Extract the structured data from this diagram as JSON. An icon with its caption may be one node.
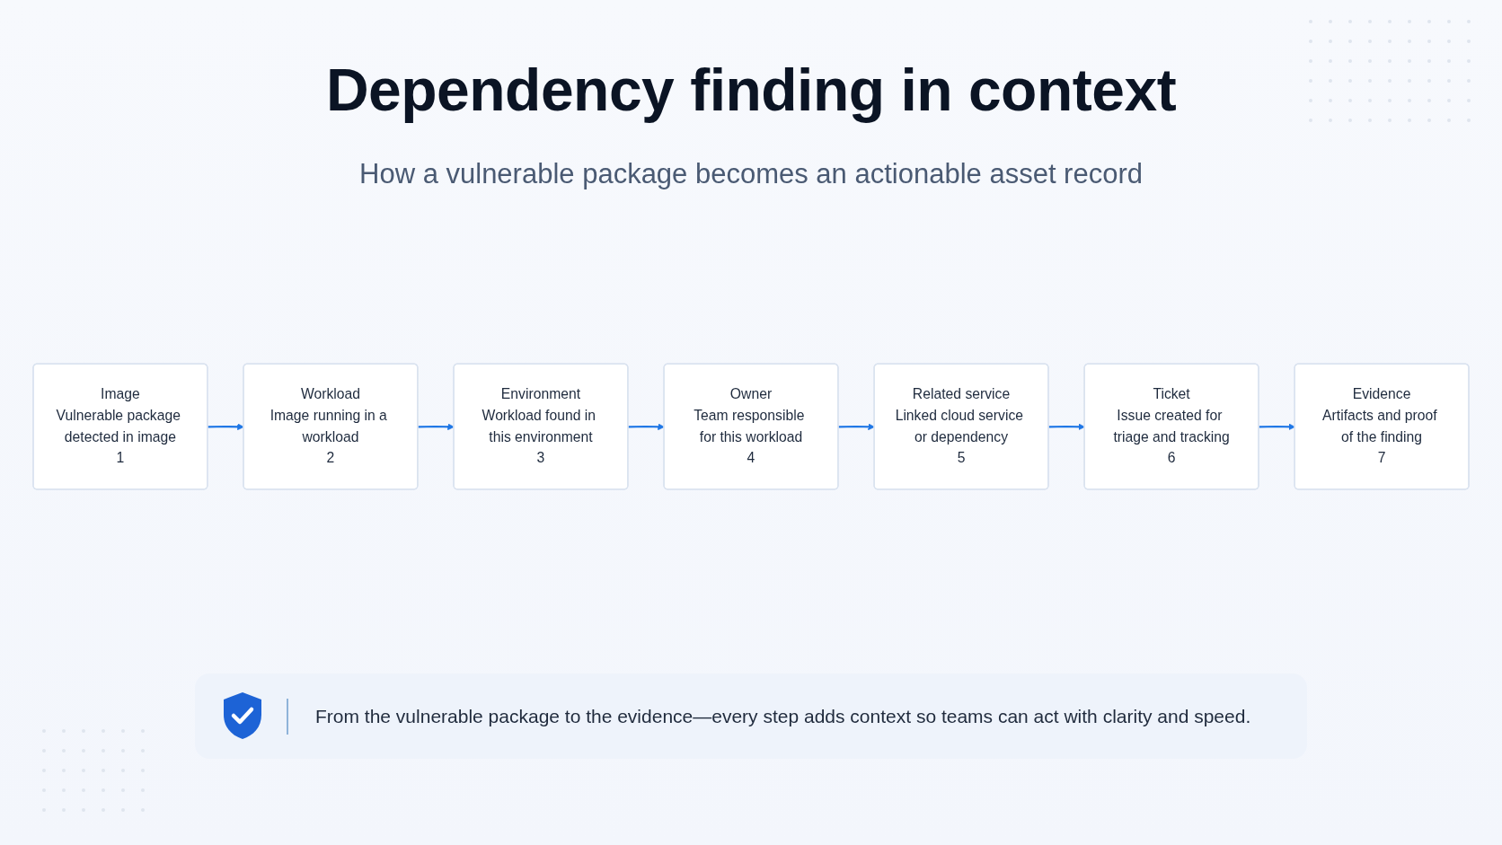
{
  "diagram": {
    "title": "Dependency finding in context",
    "nodes": [
      {
        "text": [
          "Image",
          "Vulnerable package detected in image",
          "1"
        ]
      },
      {
        "text": [
          "Workload",
          "Image running in a workload",
          "2"
        ]
      },
      {
        "text": [
          "Environment",
          "Workload found in this environment",
          "3"
        ]
      },
      {
        "text": [
          "Owner",
          "Team responsible for this workload",
          "4"
        ]
      },
      {
        "text": [
          "Related service",
          "Linked cloud service or dependency",
          "5"
        ]
      },
      {
        "text": [
          "Ticket",
          "Issue created for triage and tracking",
          "6"
        ]
      },
      {
        "text": [
          "Evidence",
          "Artifacts and proof of the finding",
          "7"
        ]
      }
    ],
    "edges": [
      {
        "from": 0,
        "to": 1,
        "arrow": "to"
      },
      {
        "from": 1,
        "to": 2,
        "arrow": "to"
      },
      {
        "from": 2,
        "to": 3,
        "arrow": "to"
      },
      {
        "from": 3,
        "to": 4,
        "arrow": "to"
      },
      {
        "from": 4,
        "to": 5,
        "arrow": "to"
      },
      {
        "from": 5,
        "to": 6,
        "arrow": "to"
      }
    ],
    "labels": [
      "How a vulnerable package becomes an actionable asset record",
      "From the vulnerable package to the evidence—every step adds context so teams can act with clarity and speed."
    ]
  }
}
